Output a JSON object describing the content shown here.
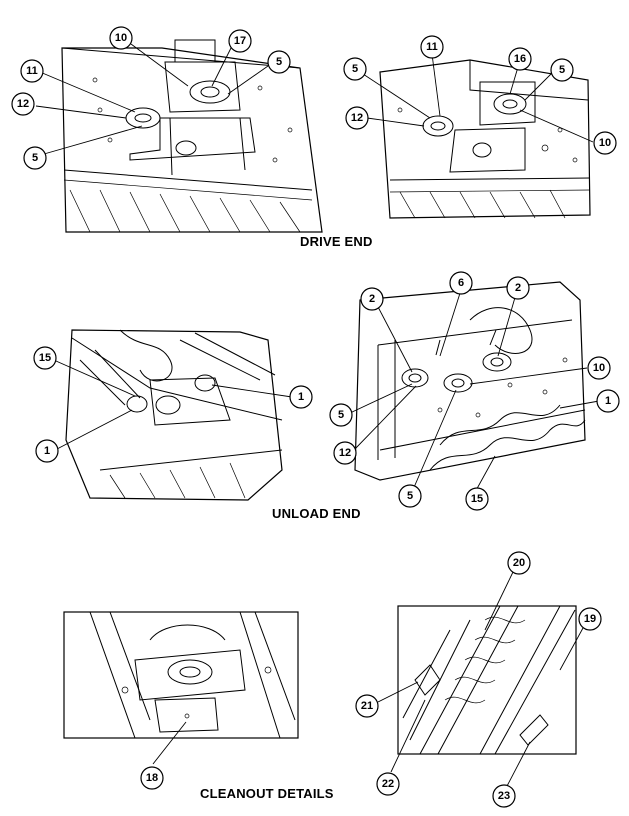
{
  "sections": {
    "drive_end": "DRIVE END",
    "unload_end": "UNLOAD END",
    "cleanout_details": "CLEANOUT DETAILS"
  },
  "callouts": {
    "c10a": "10",
    "c17": "17",
    "c5a": "5",
    "c11a": "11",
    "c12a": "12",
    "c5b": "5",
    "c11b": "11",
    "c16": "16",
    "c5c": "5",
    "c5d": "5",
    "c12b": "12",
    "c10b": "10",
    "c15a": "15",
    "c1a": "1",
    "c1b": "1",
    "c2a": "2",
    "c6": "6",
    "c2b": "2",
    "c10c": "10",
    "c5e": "5",
    "c1c": "1",
    "c12c": "12",
    "c5f": "5",
    "c15b": "15",
    "c20": "20",
    "c19": "19",
    "c21": "21",
    "c18": "18",
    "c22": "22",
    "c23": "23"
  }
}
